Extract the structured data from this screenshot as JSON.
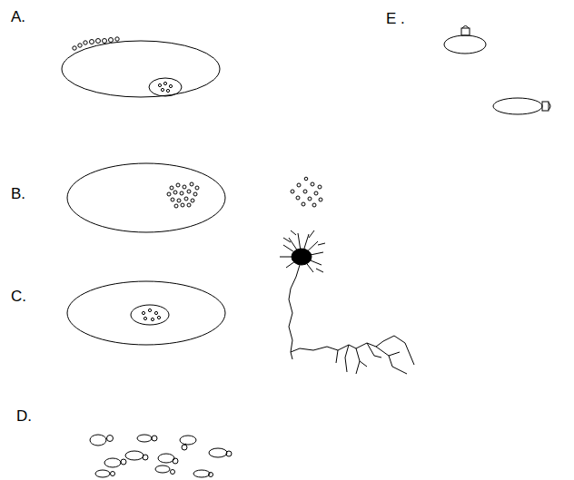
{
  "diagram": {
    "labels": [
      "A.",
      "E .",
      "B.",
      "C.",
      "D."
    ]
  }
}
